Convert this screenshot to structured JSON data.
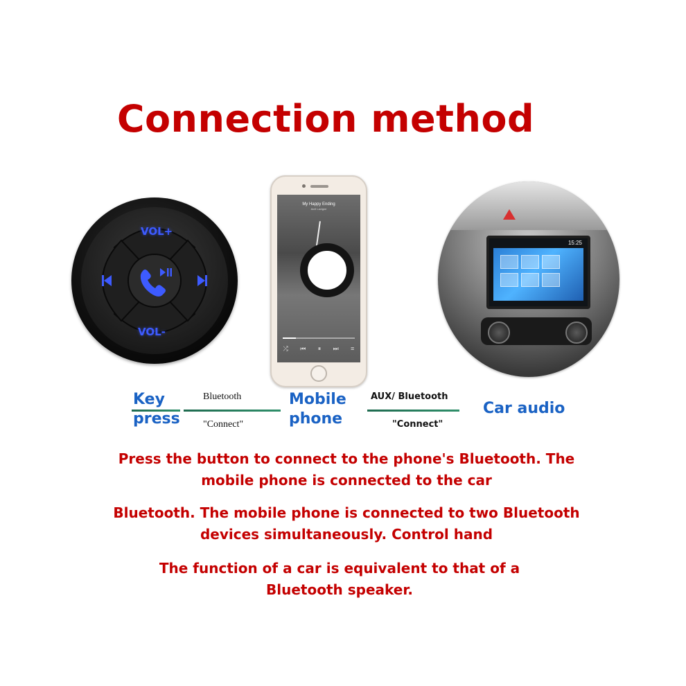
{
  "title": "Connection method",
  "remote": {
    "top_label": "VOL+",
    "bottom_label": "VOL-",
    "accent_color": "#3d5bff"
  },
  "phone": {
    "song_title": "My Happy Ending",
    "song_artist": "Avril Lavigne",
    "progress": 0.18
  },
  "car": {
    "clock": "15:25"
  },
  "flow": {
    "key_press": "Key\npress",
    "link1_top": "Bluetooth",
    "link1_bottom": "\"Connect\"",
    "mobile_phone": "Mobile\nphone",
    "link2_top": "AUX/ Bluetooth",
    "link2_bottom": "\"Connect\"",
    "car_audio": "Car audio"
  },
  "description": {
    "p1_line1": "Press the button to connect to the phone's Bluetooth. The",
    "p1_line2": "mobile phone is connected to the car",
    "p2_line1": "Bluetooth. The mobile phone is connected to two Bluetooth",
    "p2_line2": "devices simultaneously. Control hand",
    "p3_line1": "The function of a car is equivalent to that of a",
    "p3_line2": "Bluetooth speaker."
  },
  "colors": {
    "title_red": "#c40000",
    "flow_blue": "#1a62c4",
    "connector_green": "#1f6b50"
  }
}
